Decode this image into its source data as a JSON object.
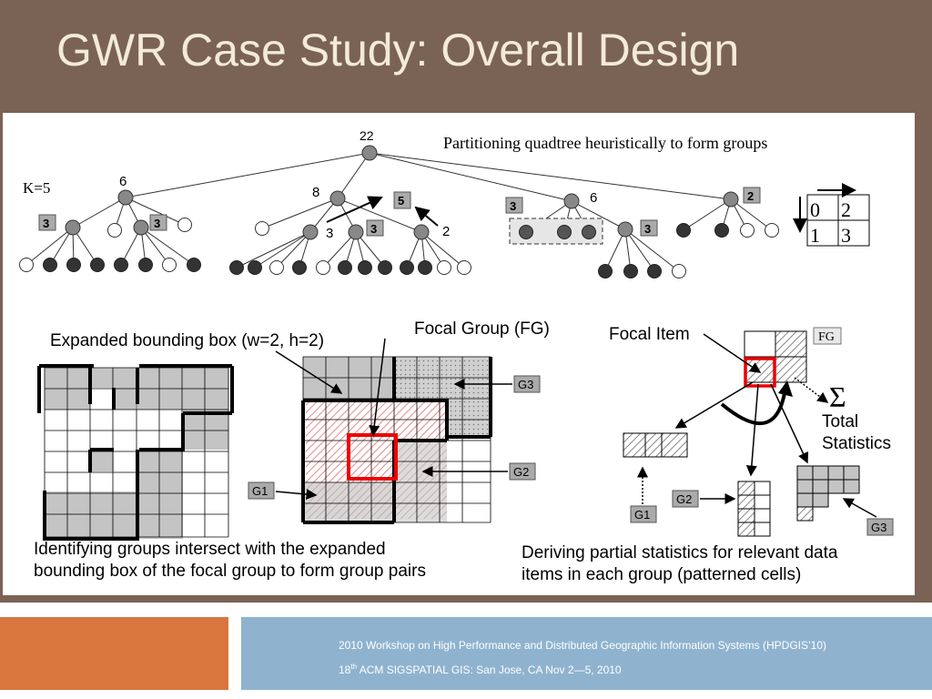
{
  "slide": {
    "title": "GWR Case Study: Overall Design",
    "footer_line1": "2010 Workshop on High Performance and Distributed Geographic Information Systems  (HPDGIS’10)",
    "footer_line2_pre": "18",
    "footer_line2_sup": "th",
    "footer_line2_post": " ACM  SIGSPATIAL GIS: San Jose, CA Nov 2—5, 2010"
  },
  "diagram": {
    "tree": {
      "heading": "Partitioning quadtree heuristically to form groups",
      "k_label": "K=5",
      "root_count": "22",
      "counts": [
        "6",
        "8",
        "6",
        "2"
      ],
      "labels": {
        "l1a": "3",
        "l1b": "3",
        "l2a": "3",
        "l2b": "3",
        "l2c": "2",
        "l2d": "5",
        "l3a": "3",
        "l3b": "3",
        "l4a": "2"
      },
      "quadrant_order": [
        "0",
        "2",
        "1",
        "3"
      ]
    },
    "left_panel": {
      "bbox_label": "Expanded bounding box (w=2, h=2)",
      "fg_label": "Focal Group (FG)",
      "g1": "G1",
      "g2": "G2",
      "g3": "G3",
      "caption_line1": "Identifying groups intersect with the expanded",
      "caption_line2": "bounding box of the focal group to form group pairs"
    },
    "right_panel": {
      "focal_item_label": "Focal Item",
      "fg": "FG",
      "sigma": "Σ",
      "total_stats_line1": "Total",
      "total_stats_line2": "Statistics",
      "g1": "G1",
      "g2": "G2",
      "g3": "G3",
      "caption_line1": "Deriving partial statistics for relevant data",
      "caption_line2": "items in each group (patterned cells)"
    }
  }
}
